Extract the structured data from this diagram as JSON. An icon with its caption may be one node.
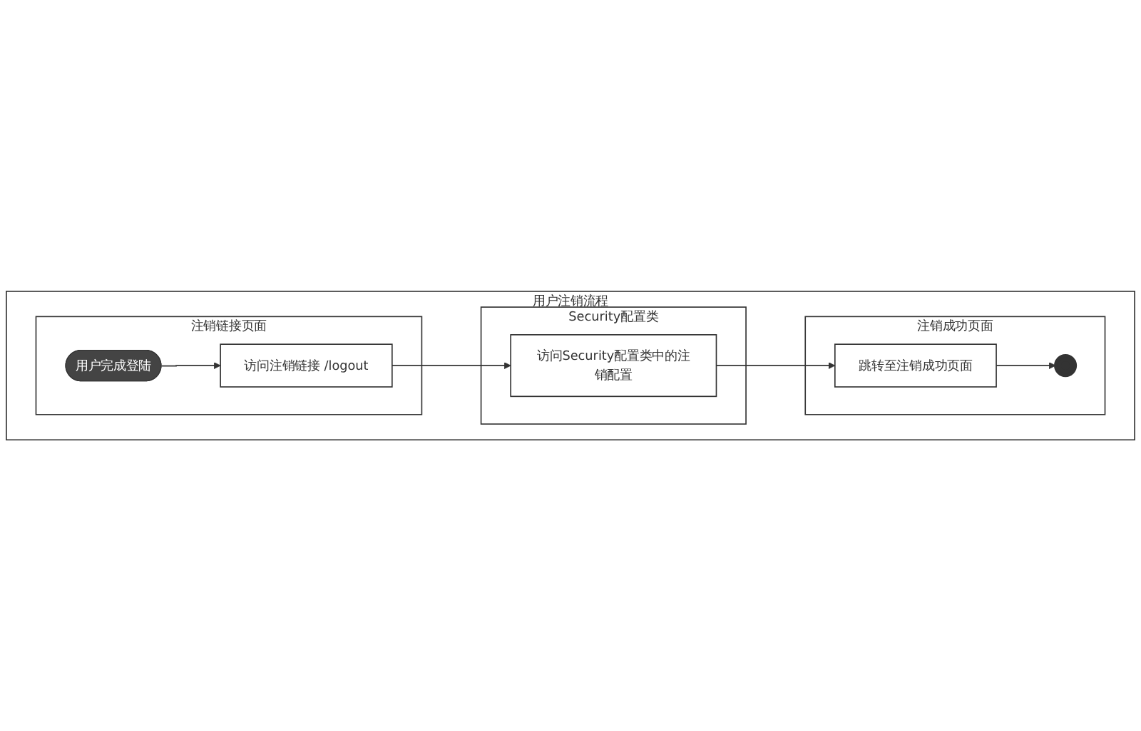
{
  "diagram": {
    "nodes": [
      {
        "text": [
          "用户注销流程"
        ]
      },
      {
        "text": [
          "注销链接页面"
        ],
        "in": 0
      },
      {
        "text": [
          "Security配置类"
        ],
        "in": 0
      },
      {
        "text": [
          "注销成功页面"
        ],
        "in": 0
      },
      {
        "text": [
          "用户完成登陆"
        ],
        "in": 1
      },
      {
        "text": [
          "访问注销链接 /logout"
        ],
        "in": 1
      },
      {
        "text": [
          "访问Security配置类中的注销配置"
        ],
        "in": 2
      },
      {
        "text": [
          "跳转至注销成功页面"
        ],
        "in": 3
      },
      {
        "text": [],
        "shape": "circle",
        "in": 3
      }
    ],
    "edges": [
      {
        "from": 4,
        "to": 5,
        "arrow": "to"
      },
      {
        "from": 5,
        "to": 6,
        "arrow": "to"
      },
      {
        "from": 6,
        "to": 7,
        "arrow": "to"
      },
      {
        "from": 7,
        "to": 8,
        "arrow": "to"
      }
    ]
  }
}
